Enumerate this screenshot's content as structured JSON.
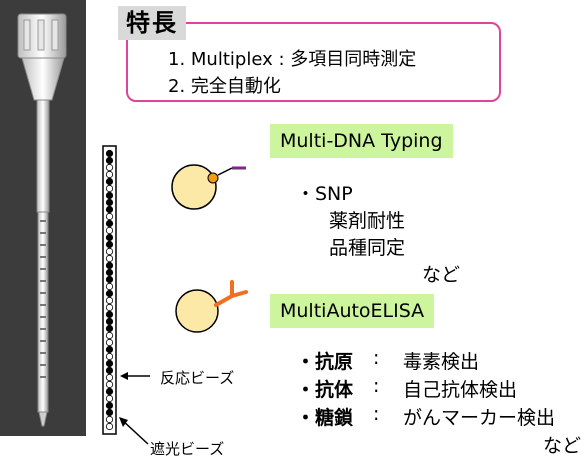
{
  "features": {
    "title": "特長",
    "items": [
      "1.  Multiplex : 多項目同時測定",
      "2.  完全自動化"
    ]
  },
  "dna_typing": {
    "label": "Multi-DNA Typing",
    "lines": [
      "・SNP",
      "薬剤耐性",
      "品種同定",
      "など"
    ]
  },
  "elisa": {
    "label": "MultiAutoELISA",
    "rows": [
      {
        "key": "・抗原",
        "sep": ":",
        "value": "毒素検出"
      },
      {
        "key": "・抗体",
        "sep": ":",
        "value": "自己抗体検出"
      },
      {
        "key": "・糖鎖",
        "sep": ":",
        "value": "がんマーカー検出"
      }
    ],
    "etc": "など"
  },
  "column": {
    "reaction_beads_label": "反応ビーズ",
    "shading_beads_label": "遮光ビーズ",
    "beads": [
      "black",
      "black",
      "white",
      "white",
      "black",
      "white",
      "black",
      "black",
      "black",
      "white",
      "black",
      "white",
      "black",
      "black",
      "white",
      "white",
      "black",
      "black",
      "black",
      "white",
      "black",
      "white",
      "white",
      "black",
      "black",
      "black",
      "white",
      "white",
      "black",
      "white",
      "black",
      "black",
      "white",
      "white",
      "black",
      "white",
      "black",
      "black",
      "white",
      "white"
    ]
  },
  "colors": {
    "feature_border": "#e0449a",
    "title_bg": "#d9d9d9",
    "label_bg": "#ccf59e",
    "bead_circle_fill": "#fde9a7",
    "dot_orange": "#f39c12",
    "dna_line": "#7b2a80",
    "antibody": "#f07020"
  }
}
